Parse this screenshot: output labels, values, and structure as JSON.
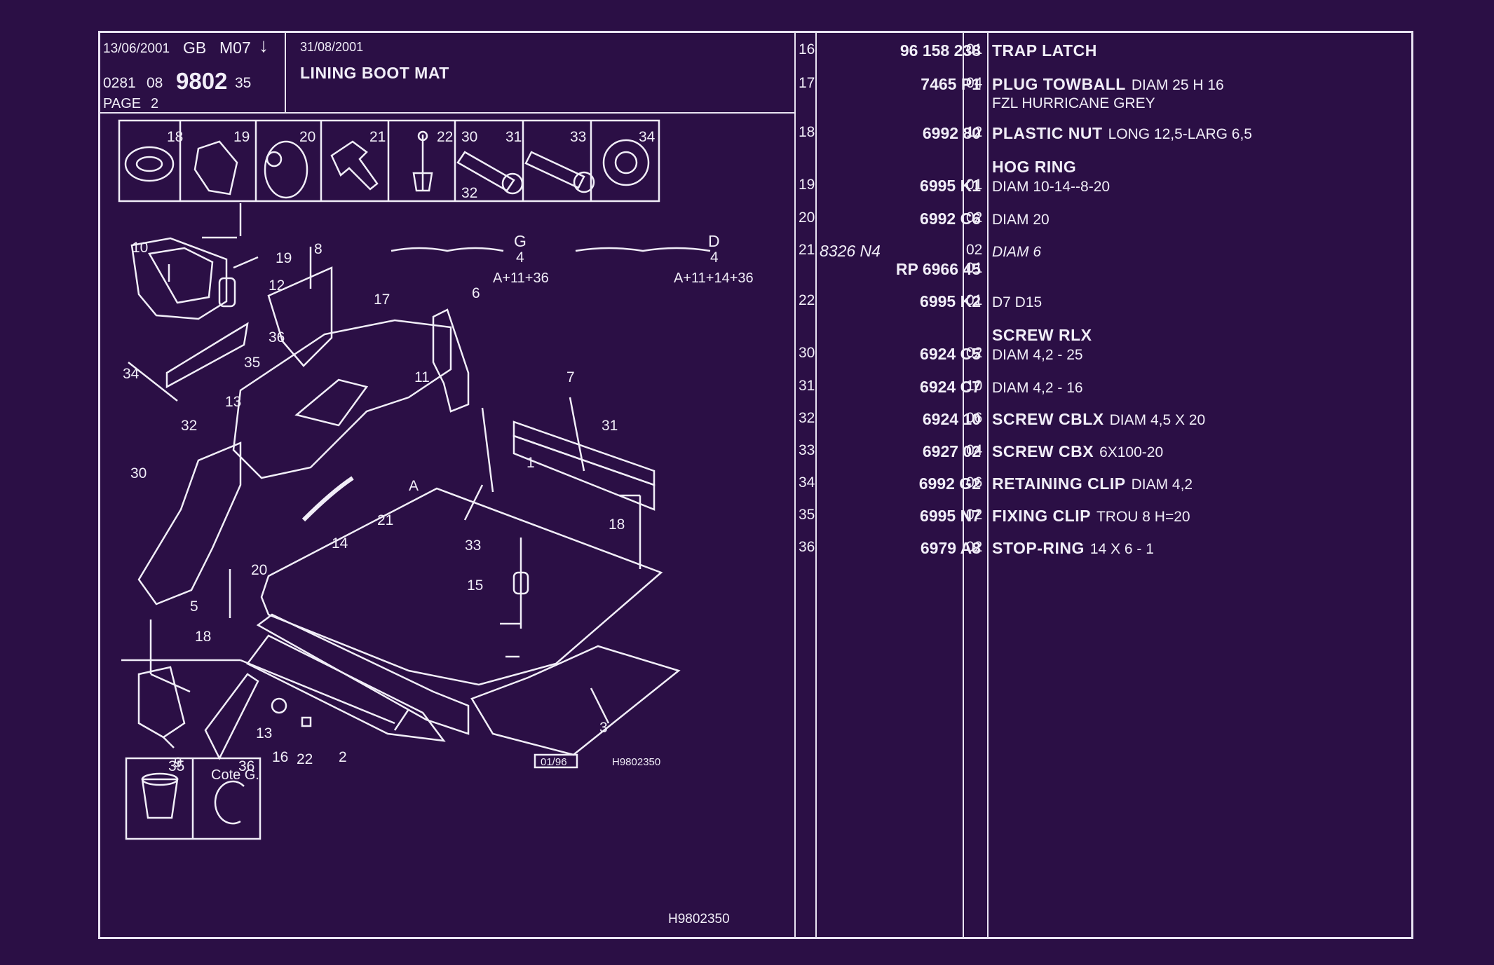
{
  "header": {
    "date1": "13/06/2001",
    "lang": "GB",
    "model": "M07",
    "arrow": "↓",
    "code_prefix": "0281",
    "code_mid": "08",
    "code_main": "9802",
    "code_suffix": "35",
    "page_label": "PAGE",
    "page_number": "2",
    "date2": "31/08/2001",
    "title": "LINING BOOT MAT"
  },
  "diagram": {
    "thumbs_top": [
      "18",
      "19",
      "20",
      "21",
      "22",
      "30",
      "31",
      "33",
      "34",
      "32"
    ],
    "thumbs_bottom": [
      "35",
      "36"
    ],
    "callouts": [
      "10",
      "19",
      "8",
      "12",
      "34",
      "36",
      "35",
      "13",
      "32",
      "17",
      "11",
      "6",
      "7",
      "31",
      "30",
      "1",
      "A",
      "21",
      "14",
      "18",
      "33",
      "15",
      "5",
      "20",
      "18",
      "9",
      "13",
      "16",
      "22",
      "2",
      "3"
    ],
    "group_g": {
      "letter": "G",
      "num": "4",
      "formula": "A+11+36"
    },
    "group_d": {
      "letter": "D",
      "num": "4",
      "formula": "A+11+14+36"
    },
    "cote": "Cote G.",
    "stamp_date": "01/96",
    "ref_small": "H9802350",
    "ref_bottom": "H9802350"
  },
  "parts": [
    {
      "ref": "16",
      "part": "96 158 238",
      "qty": "01",
      "name": "TRAP LATCH",
      "detail": "",
      "line2": ""
    },
    {
      "ref": "17",
      "part": "7465 P1",
      "qty": "04",
      "name": "PLUG TOWBALL",
      "detail": "DIAM 25 H 16",
      "line2": "FZL HURRICANE GREY"
    },
    {
      "ref": "18",
      "part": "6992 80",
      "qty": "12",
      "name": "PLASTIC NUT",
      "detail": "LONG 12,5-LARG 6,5",
      "line2": ""
    },
    {
      "ref": "",
      "part": "",
      "qty": "",
      "name": "HOG RING",
      "detail": "",
      "line2": ""
    },
    {
      "ref": "19",
      "part": "6995 K1",
      "qty": "01",
      "name": "",
      "detail": "DIAM 10-14--8-20",
      "line2": ""
    },
    {
      "ref": "20",
      "part": "6992 C6",
      "qty": "02",
      "name": "",
      "detail": "DIAM 20",
      "line2": ""
    },
    {
      "ref": "21",
      "part": "8326 N4",
      "qty": "02",
      "name": "",
      "detail": "DIAM 6",
      "line2": ""
    },
    {
      "ref": "",
      "part": "RP  6966 45",
      "qty": "01",
      "name": "",
      "detail": "",
      "line2": ""
    },
    {
      "ref": "22",
      "part": "6995 K2",
      "qty": "01",
      "name": "",
      "detail": "D7 D15",
      "line2": ""
    },
    {
      "ref": "",
      "part": "",
      "qty": "",
      "name": "SCREW RLX",
      "detail": "",
      "line2": ""
    },
    {
      "ref": "30",
      "part": "6924 C5",
      "qty": "02",
      "name": "",
      "detail": "DIAM 4,2 - 25",
      "line2": ""
    },
    {
      "ref": "31",
      "part": "6924 C7",
      "qty": "10",
      "name": "",
      "detail": "DIAM 4,2 - 16",
      "line2": ""
    },
    {
      "ref": "32",
      "part": "6924 10",
      "qty": "06",
      "name": "SCREW CBLX",
      "detail": "DIAM 4,5 X 20",
      "line2": ""
    },
    {
      "ref": "33",
      "part": "6927 02",
      "qty": "04",
      "name": "SCREW CBX",
      "detail": "6X100-20",
      "line2": ""
    },
    {
      "ref": "34",
      "part": "6992 G2",
      "qty": "06",
      "name": "RETAINING CLIP",
      "detail": "DIAM 4,2",
      "line2": ""
    },
    {
      "ref": "35",
      "part": "6995 N7",
      "qty": "02",
      "name": "FIXING CLIP",
      "detail": "TROU 8 H=20",
      "line2": ""
    },
    {
      "ref": "36",
      "part": "6979 A8",
      "qty": "02",
      "name": "STOP-RING",
      "detail": "14 X 6 - 1",
      "line2": ""
    }
  ],
  "colors": {
    "background": "#2b0f45",
    "ink": "#f1eef8"
  }
}
